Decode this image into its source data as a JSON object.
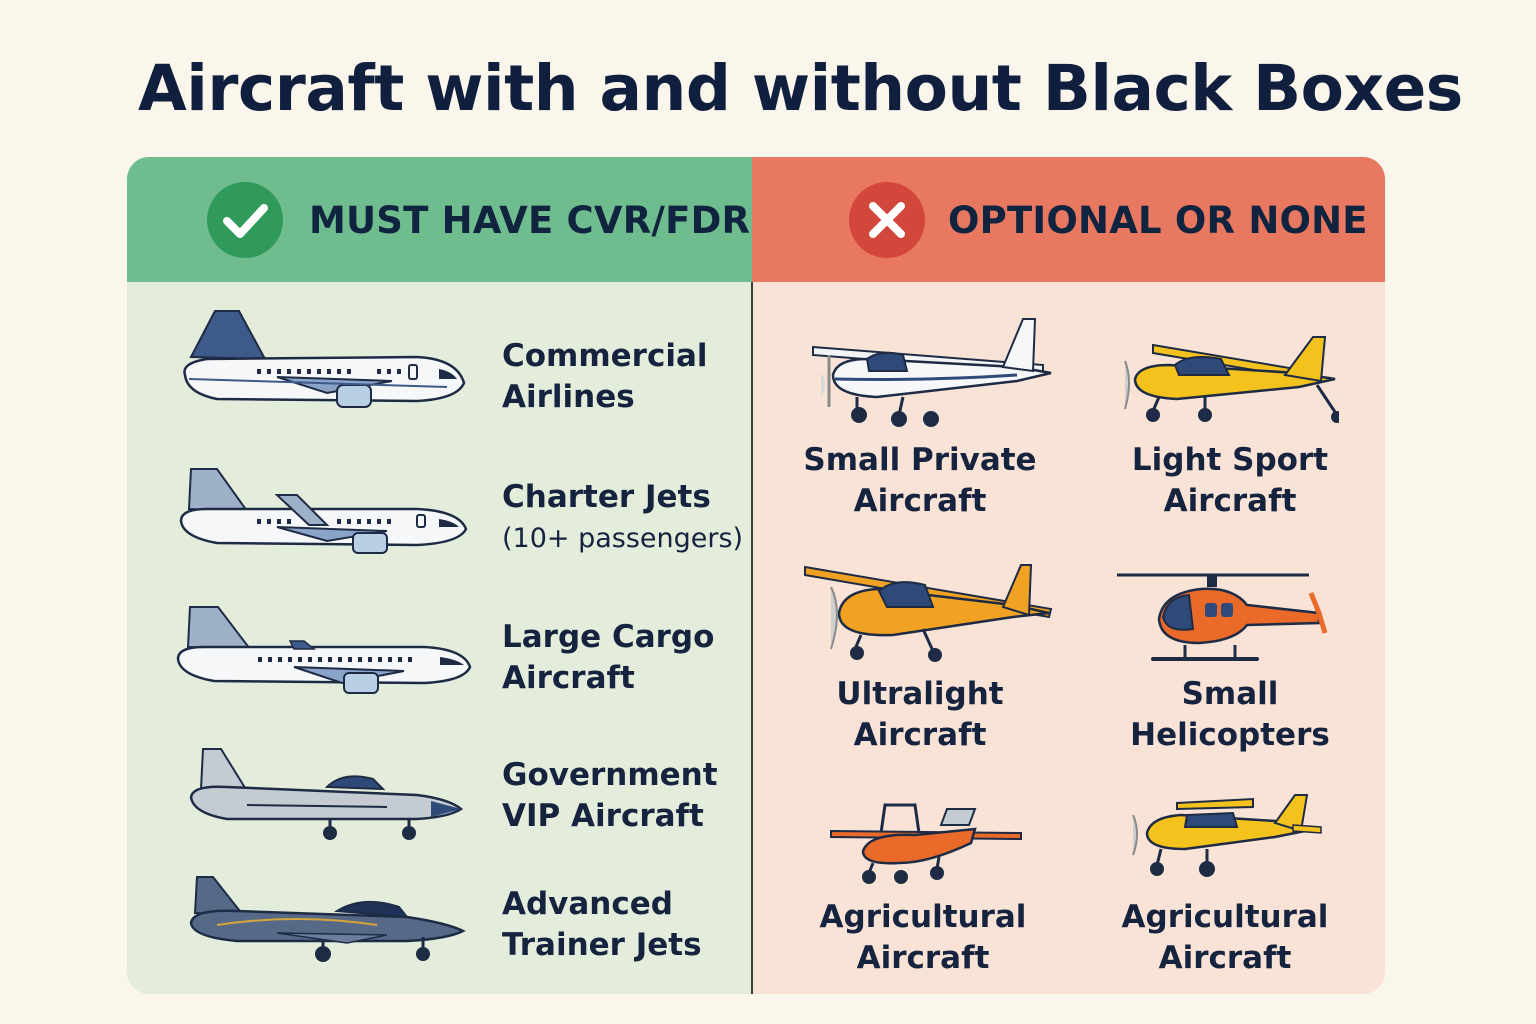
{
  "title": "Aircraft with and without Black Boxes",
  "colors": {
    "required_header": "#6fbd8f",
    "required_bg": "#e4ecdb",
    "optional_header": "#e8785f",
    "optional_bg": "#f8e3d6",
    "check_circle": "#2f9a5a",
    "cross_circle": "#d2463c",
    "text": "#14213d"
  },
  "required": {
    "header": "MUST HAVE CVR/FDR",
    "icon": "check-icon",
    "items": [
      {
        "line1": "Commercial",
        "line2": "Airlines",
        "icon": "airliner-icon"
      },
      {
        "line1": "Charter Jets",
        "line2": "(10+ passengers)",
        "icon": "charter-jet-icon"
      },
      {
        "line1": "Large Cargo",
        "line2": "Aircraft",
        "icon": "cargo-aircraft-icon"
      },
      {
        "line1": "Government",
        "line2": "VIP Aircraft",
        "icon": "vip-jet-icon"
      },
      {
        "line1": "Advanced",
        "line2": "Trainer Jets",
        "icon": "trainer-jet-icon"
      }
    ]
  },
  "optional": {
    "header": "OPTIONAL OR NONE",
    "icon": "cross-icon",
    "items": [
      {
        "line1": "Small Private",
        "line2": "Aircraft",
        "icon": "private-plane-icon"
      },
      {
        "line1": "Light Sport",
        "line2": "Aircraft",
        "icon": "light-sport-plane-icon"
      },
      {
        "line1": "Ultralight",
        "line2": "Aircraft",
        "icon": "ultralight-plane-icon"
      },
      {
        "line1": "Small",
        "line2": "Helicopters",
        "icon": "helicopter-icon"
      },
      {
        "line1": "Agricultural",
        "line2": "Aircraft",
        "icon": "agricultural-plane-icon"
      },
      {
        "line1": "Agricultural",
        "line2": "Aircraft",
        "icon": "agricultural-plane-icon"
      }
    ]
  }
}
